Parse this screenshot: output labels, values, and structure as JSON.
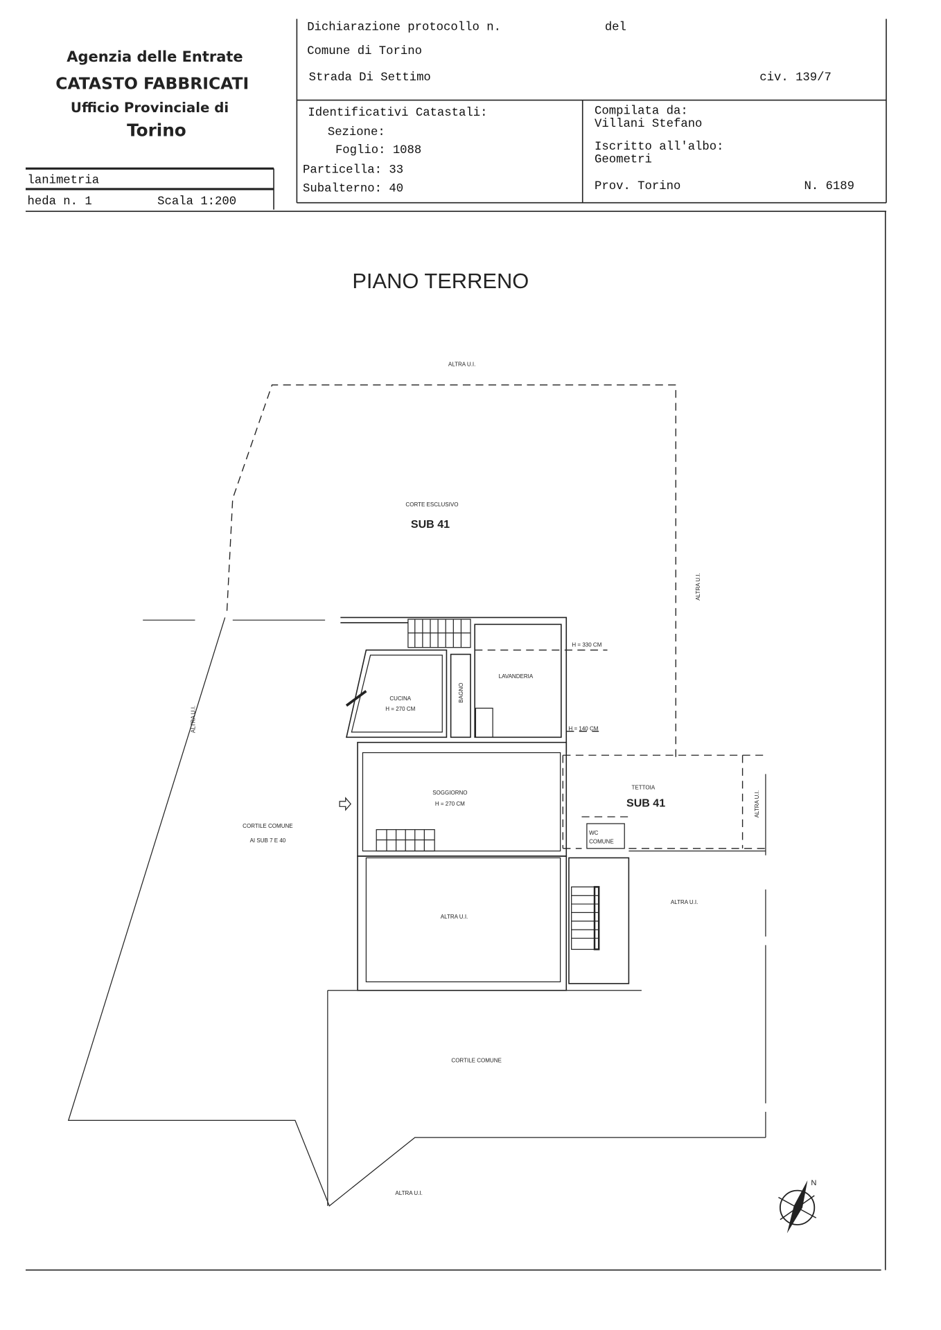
{
  "header": {
    "agency": "Agenzia delle Entrate",
    "registry": "CATASTO FABBRICATI",
    "office": "Ufficio Provinciale di",
    "city": "Torino",
    "doc_type": "lanimetria",
    "sheet": "heda n. 1",
    "scale": "Scala 1:200"
  },
  "declaration": {
    "protocol": "Dichiarazione protocollo n.",
    "date_label": "del",
    "comune": "Comune di Torino",
    "street": "Strada Di Settimo",
    "civic": "civ. 139/7"
  },
  "identifiers": {
    "title": "Identificativi Catastali:",
    "sezione": "Sezione:",
    "foglio": "Foglio: 1088",
    "particella": "Particella: 33",
    "subalterno": "Subalterno: 40"
  },
  "compiler": {
    "label": "Compilata da:",
    "name": "Villani Stefano",
    "albo_label": "Iscritto all'albo:",
    "albo": "Geometri",
    "province": "Prov. Torino",
    "number": "N. 6189"
  },
  "plan": {
    "title": "PIANO TERRENO",
    "labels": {
      "altra_top": "ALTRA U.I.",
      "corte": "CORTE ESCLUSIVO",
      "sub41_corte": "SUB 41",
      "altra_right_v": "ALTRA U.I.",
      "altra_left_v": "ALTRA U.I.",
      "h330": "H = 330 CM",
      "lavanderia": "LAVANDERIA",
      "bagno": "BAGNO",
      "cucina": "CUCINA",
      "cucina_h": "H = 270 CM",
      "h140": "H = 140 CM",
      "soggiorno": "SOGGIORNO",
      "soggiorno_h": "H = 270 CM",
      "tettoia": "TETTOIA",
      "sub41_tettoia": "SUB 41",
      "altra_tettoia_v": "ALTRA U.I.",
      "wc": "WC",
      "wc_comune": "COMUNE",
      "cortile_comune": "CORTILE COMUNE",
      "cortile_sub": "AI SUB 7 E 40",
      "altra_center": "ALTRA U.I.",
      "altra_east": "ALTRA U.I.",
      "cortile_comune_south": "CORTILE COMUNE",
      "altra_bottom": "ALTRA U.I.",
      "north": "N"
    }
  }
}
